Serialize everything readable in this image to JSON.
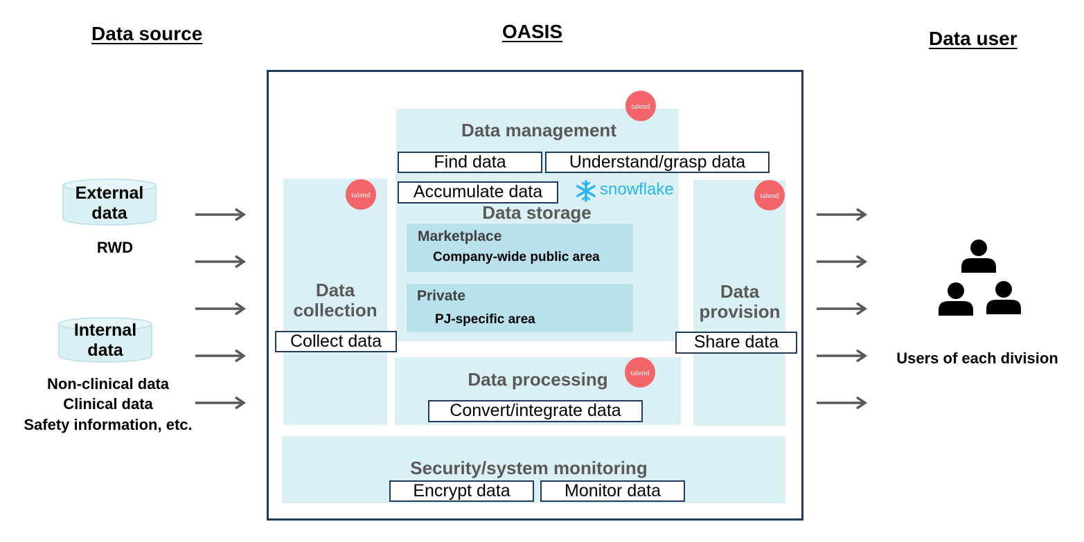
{
  "headers": {
    "data_source": "Data source",
    "oasis": "OASIS",
    "data_user": "Data user"
  },
  "sources": {
    "external": {
      "label": "External\ndata",
      "caption": "RWD"
    },
    "internal": {
      "label": "Internal\ndata",
      "caption_lines": [
        "Non-clinical data",
        "Clinical data",
        "Safety information, etc."
      ]
    }
  },
  "oasis": {
    "data_management": {
      "title": "Data management",
      "find": "Find data",
      "understand": "Understand/grasp data"
    },
    "data_storage": {
      "title": "Data storage",
      "accumulate": "Accumulate data",
      "snowflake_logo_text": "snowflake",
      "marketplace": {
        "title": "Marketplace",
        "desc": "Company-wide public area"
      },
      "private": {
        "title": "Private",
        "desc": "PJ-specific area"
      }
    },
    "data_collection": {
      "title": "Data\ncollection",
      "action": "Collect data"
    },
    "data_provision": {
      "title": "Data\nprovision",
      "action": "Share data"
    },
    "data_processing": {
      "title": "Data processing",
      "action": "Convert/integrate data"
    },
    "security": {
      "title": "Security/system monitoring",
      "encrypt": "Encrypt data",
      "monitor": "Monitor data"
    },
    "talend_logo_text": "talend"
  },
  "users": {
    "caption": "Users of each division"
  },
  "colors": {
    "panel": "#daf0f5",
    "subarea": "#b8e1ec",
    "frame": "#1f3a5a",
    "talend": "#f2666a",
    "snowflake": "#29b5e8",
    "arrow": "#595959"
  }
}
